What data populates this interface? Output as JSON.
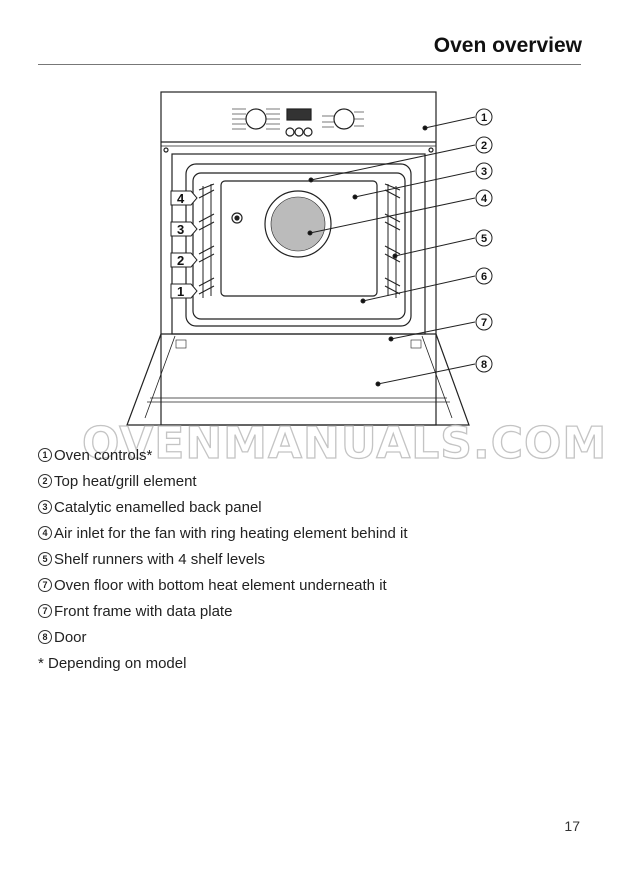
{
  "header": {
    "title": "Oven overview"
  },
  "diagram": {
    "callouts": [
      "1",
      "2",
      "3",
      "4",
      "5",
      "6",
      "7",
      "8"
    ],
    "shelf_levels": [
      "4",
      "3",
      "2",
      "1"
    ]
  },
  "watermark": "OVENMANUALS.COM",
  "legend": {
    "items": [
      {
        "num": "1",
        "label": "Oven controls*"
      },
      {
        "num": "2",
        "label": "Top heat/grill element"
      },
      {
        "num": "3",
        "label": "Catalytic enamelled back panel"
      },
      {
        "num": "4",
        "label": "Air inlet for the fan with ring heating element behind it"
      },
      {
        "num": "5",
        "label": "Shelf runners with 4 shelf levels"
      },
      {
        "num": "7",
        "label": "Oven floor with bottom heat element underneath it"
      },
      {
        "num": "7",
        "label": "Front frame with data plate"
      },
      {
        "num": "8",
        "label": "Door"
      }
    ],
    "footnote": "* Depending on model"
  },
  "footer": {
    "page_number": "17"
  }
}
